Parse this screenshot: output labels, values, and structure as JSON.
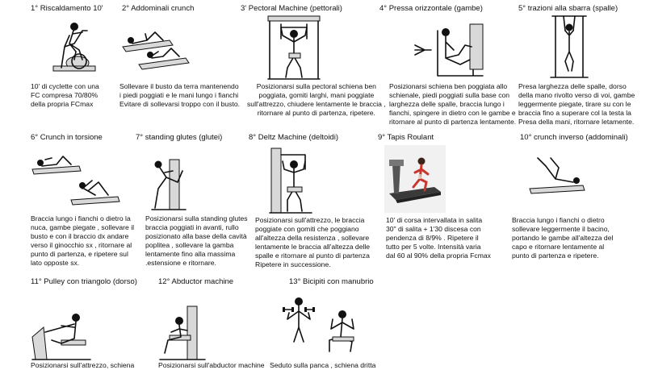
{
  "exercises": [
    {
      "title": "1° Riscaldamento  10'",
      "icon": "stationary-bike-icon",
      "desc": [
        "10' di cyclette con una",
        "FC compresa 70/80%",
        "della propria FCmax"
      ]
    },
    {
      "title": "2° Addominali crunch",
      "icon": "crunch-icon",
      "desc": [
        "Sollevare il busto da terra mantenendo",
        " i piedi poggiati e le mani lungo i fianchi",
        "Evitare di sollevarsi troppo con il busto."
      ]
    },
    {
      "title": "3' Pectoral Machine (pettorali)",
      "icon": "pectoral-machine-icon",
      "desc": [
        "Posizionarsi sulla pectoral schiena ben",
        "poggiata, gomiti larghi, mani poggiate",
        "sull'attrezzo, chiudere lentamente le braccia ,",
        " ritornare al punto di partenza, ripetere."
      ]
    },
    {
      "title": "4° Pressa orizzontale (gambe)",
      "icon": "leg-press-icon",
      "desc": [
        "Posizionarsi schiena ben poggiata allo",
        "schienale, piedi poggiati sulla base con",
        "larghezza delle spalle, braccia lungo i",
        "fianchi, spingere in dietro con le gambe e",
        "ritornare al punto di partenza lentamente."
      ]
    },
    {
      "title": "5° trazioni alla sbarra (spalle)",
      "icon": "pull-up-bar-icon",
      "desc": [
        "Presa larghezza delle spalle, dorso",
        "della mano rivolto verso di voi, gambe",
        "leggermente piegate, tirare su con le",
        "braccia fino a superare col la testa la",
        " Presa della mani, ritornare letamente."
      ]
    },
    {
      "title": "6° Crunch in torsione",
      "icon": "twist-crunch-icon",
      "desc": [
        "Braccia lungo i fianchi o dietro la",
        "nuca, gambe piegate , sollevare il",
        "busto e con il braccio dx andare",
        "verso il ginocchio sx , ritornare al",
        "punto di partenza, e ripetere sul",
        "lato opposte sx."
      ]
    },
    {
      "title": "7° standing glutes (glutei)",
      "icon": "standing-glutes-icon",
      "desc": [
        "Posizionarsi sulla standing  glutes",
        "braccia poggiati in avanti, rullo",
        "posizionato alla  base della cavità",
        "poplitea , sollevare la gamba",
        "lentamente fino alla massima",
        ".estensione e ritornare."
      ]
    },
    {
      "title": "8° Deltz Machine (deltoidi)",
      "icon": "deltoid-machine-icon",
      "desc": [
        "Posizionarsi sull'attrezzo, le braccia",
        "poggiate con gomiti che poggiano",
        "all'altezza della resistenza , sollevare",
        "lentamente le braccia all'altezza delle",
        "spalle e ritornare al punto di partenza",
        "Ripetere in successione."
      ]
    },
    {
      "title": "9° Tapis Roulant",
      "icon": "treadmill-icon",
      "desc": [
        "10' di corsa intervallata in salita",
        "30\" di salita + 1'30 discesa con",
        "pendenza di 8/9% . Ripetere il",
        "tutto per 5 volte. Intensità varia",
        "dal 60 al 90% della propria Fcmax"
      ]
    },
    {
      "title": "10° crunch inverso (addominali)",
      "icon": "reverse-crunch-icon",
      "desc": [
        "Braccia lungo i fianchi o dietro",
        "sollevare leggermente il bacino,",
        "portando le gambe all'altezza del",
        "capo e ritornare lentamente al",
        "punto di partenza e ripetere."
      ]
    },
    {
      "title": "11° Pulley con triangolo (dorso)",
      "icon": "pulley-row-icon",
      "desc": [
        "Posizionarsi sull'attrezzo, schiena"
      ]
    },
    {
      "title": "12° Abductor machine",
      "icon": "abductor-machine-icon",
      "desc": [
        "Posizionarsi sull'abductor machine"
      ]
    },
    {
      "title": "13° Bicipiti con manubrio",
      "icon": "dumbbell-curl-icon",
      "desc": [
        "Seduto sulla panca , schiena dritta"
      ]
    }
  ]
}
